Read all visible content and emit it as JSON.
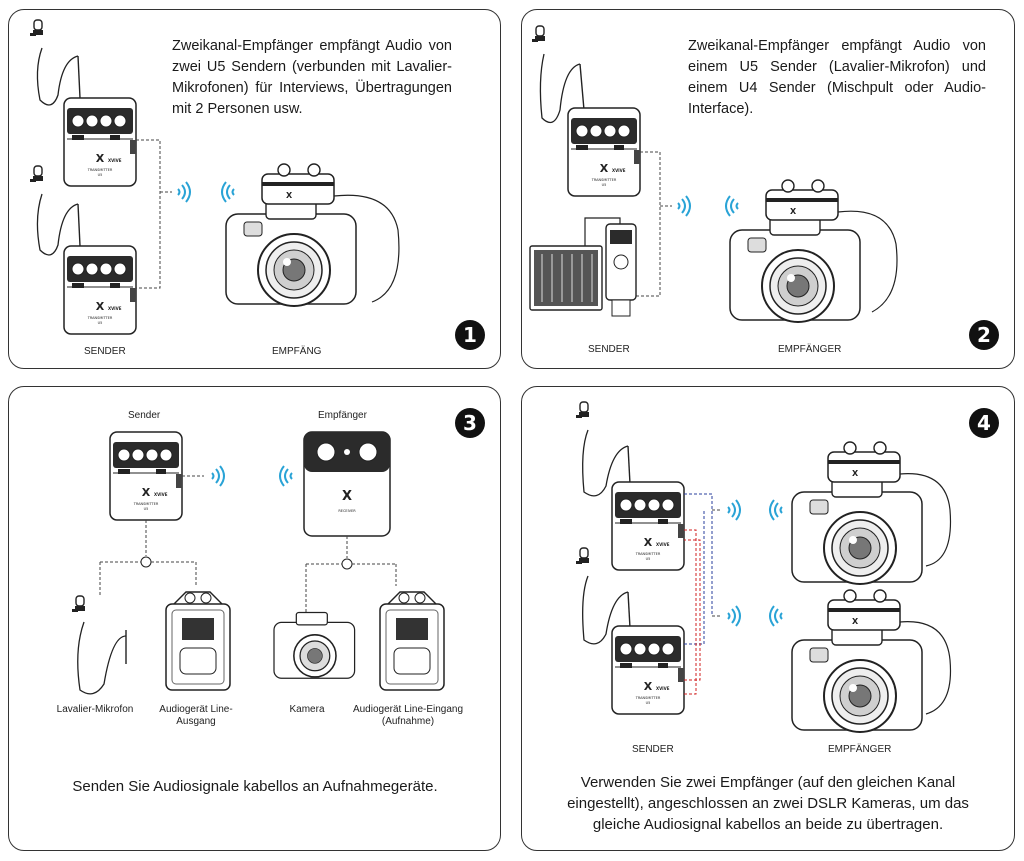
{
  "panels": [
    {
      "number": "1",
      "text": "Zweikanal-Empfänger empfängt Audio von zwei U5 Sendern (verbunden mit Lavalier-Mikrofonen) für Interviews, Übertragungen mit 2 Personen usw.",
      "labels": [
        "SENDER",
        "EMPFÄNG"
      ]
    },
    {
      "number": "2",
      "text": "Zweikanal-Empfänger empfängt Audio von einem U5 Sender (Lavalier-Mikrofon) und einem U4 Sender (Mischpult oder Audio-Interface).",
      "labels": [
        "SENDER",
        "EMPFÄNGER"
      ]
    },
    {
      "number": "3",
      "top_labels": [
        "Sender",
        "Empfänger"
      ],
      "labels": [
        "Lavalier-Mikrofon",
        "Audiogerät Line-Ausgang",
        "Kamera",
        "Audiogerät Line-Eingang (Aufnahme)"
      ],
      "caption": "Senden Sie Audiosignale kabellos an Aufnahmegeräte."
    },
    {
      "number": "4",
      "labels": [
        "SENDER",
        "EMPFÄNGER"
      ],
      "caption": "Verwenden Sie zwei Empfänger (auf den gleichen Kanal eingestellt), angeschlossen an zwei DSLR Kameras, um das gleiche Audiosignal kabellos an beide zu übertragen."
    }
  ],
  "device_text": {
    "brand": "XVIVE",
    "transmitter": "TRANSMITTER",
    "receiver": "RECEIVER",
    "model_u5": "U5"
  },
  "colors": {
    "wave": "#29a3d6",
    "line": "#333333",
    "red_line": "#d22020",
    "blue_line": "#2a3f9e"
  }
}
